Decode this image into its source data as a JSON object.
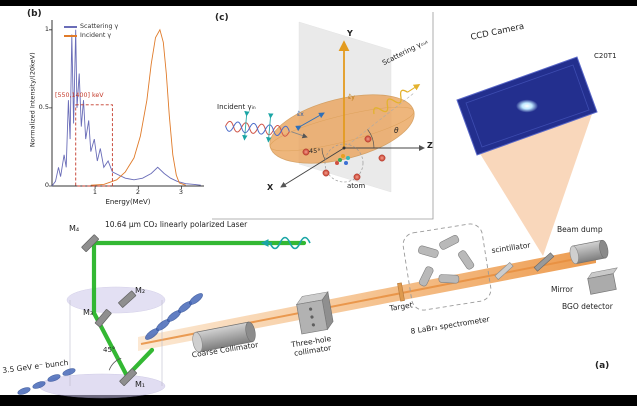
{
  "frame": {
    "panel_a": "(a)",
    "panel_b": "(b)",
    "panel_c": "(c)"
  },
  "chart_data": {
    "type": "line",
    "title": "",
    "xlabel": "Energy(MeV)",
    "ylabel": "Normalized Intensity/(20keV)",
    "xlim": [
      0,
      3.5
    ],
    "ylim": [
      0,
      1.05
    ],
    "xticks": [
      "1",
      "2",
      "3"
    ],
    "yticks": [
      "0",
      "0.5",
      "1"
    ],
    "grid": false,
    "legend_position": "top-left",
    "series": [
      {
        "name": "Scattering γ",
        "color": "#6a6db8",
        "points": [
          [
            0,
            0
          ],
          [
            0.08,
            0.03
          ],
          [
            0.15,
            0.12
          ],
          [
            0.2,
            0.06
          ],
          [
            0.28,
            0.2
          ],
          [
            0.33,
            0.12
          ],
          [
            0.38,
            0.55
          ],
          [
            0.42,
            0.3
          ],
          [
            0.46,
            0.97
          ],
          [
            0.5,
            0.4
          ],
          [
            0.55,
            1.0
          ],
          [
            0.58,
            0.5
          ],
          [
            0.63,
            0.72
          ],
          [
            0.68,
            0.38
          ],
          [
            0.73,
            0.55
          ],
          [
            0.78,
            0.3
          ],
          [
            0.85,
            0.42
          ],
          [
            0.9,
            0.22
          ],
          [
            0.98,
            0.3
          ],
          [
            1.05,
            0.16
          ],
          [
            1.12,
            0.24
          ],
          [
            1.2,
            0.12
          ],
          [
            1.3,
            0.16
          ],
          [
            1.4,
            0.09
          ],
          [
            1.55,
            0.07
          ],
          [
            1.7,
            0.05
          ],
          [
            1.9,
            0.04
          ],
          [
            2.1,
            0.05
          ],
          [
            2.3,
            0.08
          ],
          [
            2.45,
            0.12
          ],
          [
            2.6,
            0.08
          ],
          [
            2.75,
            0.05
          ],
          [
            2.9,
            0.03
          ],
          [
            3.1,
            0.015
          ],
          [
            3.3,
            0.01
          ],
          [
            3.45,
            0.005
          ]
        ]
      },
      {
        "name": "Incident γ",
        "color": "#e07b2a",
        "points": [
          [
            0.9,
            0.005
          ],
          [
            1.2,
            0.01
          ],
          [
            1.5,
            0.04
          ],
          [
            1.7,
            0.09
          ],
          [
            1.9,
            0.18
          ],
          [
            2.05,
            0.32
          ],
          [
            2.2,
            0.55
          ],
          [
            2.3,
            0.78
          ],
          [
            2.4,
            0.95
          ],
          [
            2.5,
            1.0
          ],
          [
            2.58,
            0.92
          ],
          [
            2.65,
            0.72
          ],
          [
            2.72,
            0.45
          ],
          [
            2.8,
            0.2
          ],
          [
            2.88,
            0.07
          ],
          [
            2.95,
            0.02
          ],
          [
            3.1,
            0.005
          ]
        ]
      }
    ],
    "annotation_box": {
      "label": "[550,1400] keV",
      "x0": 0.55,
      "x1": 1.4,
      "y0": 0,
      "y1": 0.52,
      "color": "#c43a2a"
    }
  },
  "panel_c": {
    "axes": {
      "x": "X",
      "y": "Y",
      "z": "Z"
    },
    "incident_label": "Incident γᵢₙ",
    "scattering_label": "Scattering γₒᵤₜ",
    "atom_label": "atom",
    "theta": "θ",
    "angle_45": "45°",
    "pol_y": "ε̂y",
    "pol_x": "ε̂x"
  },
  "camera": {
    "name": "CCD Camera",
    "model": "C20T1"
  },
  "laser": {
    "label": "10.64 μm CO₂ linearly polarized Laser"
  },
  "mirrors": {
    "m1": "M₁",
    "m2": "M₂",
    "m3": "M₃",
    "m4": "M₄",
    "angle": "45°"
  },
  "electron": {
    "bunch": "3.5 GeV e⁻ bunch"
  },
  "beamline": {
    "coarse_collimator": "Coarse Collimator",
    "three_hole_collimator": "Three-hole collimator",
    "target": "Target",
    "spectrometer": "8 LaBr₃ spectrometer",
    "scintillator": "scintillator",
    "beam_dump": "Beam dump",
    "mirror": "Mirror",
    "bgo": "BGO detector"
  },
  "colors": {
    "laser_green": "#28b428",
    "beam_orange": "#eda25f",
    "camera_blue": "#232f8e",
    "electron_blue": "#4668b8"
  }
}
